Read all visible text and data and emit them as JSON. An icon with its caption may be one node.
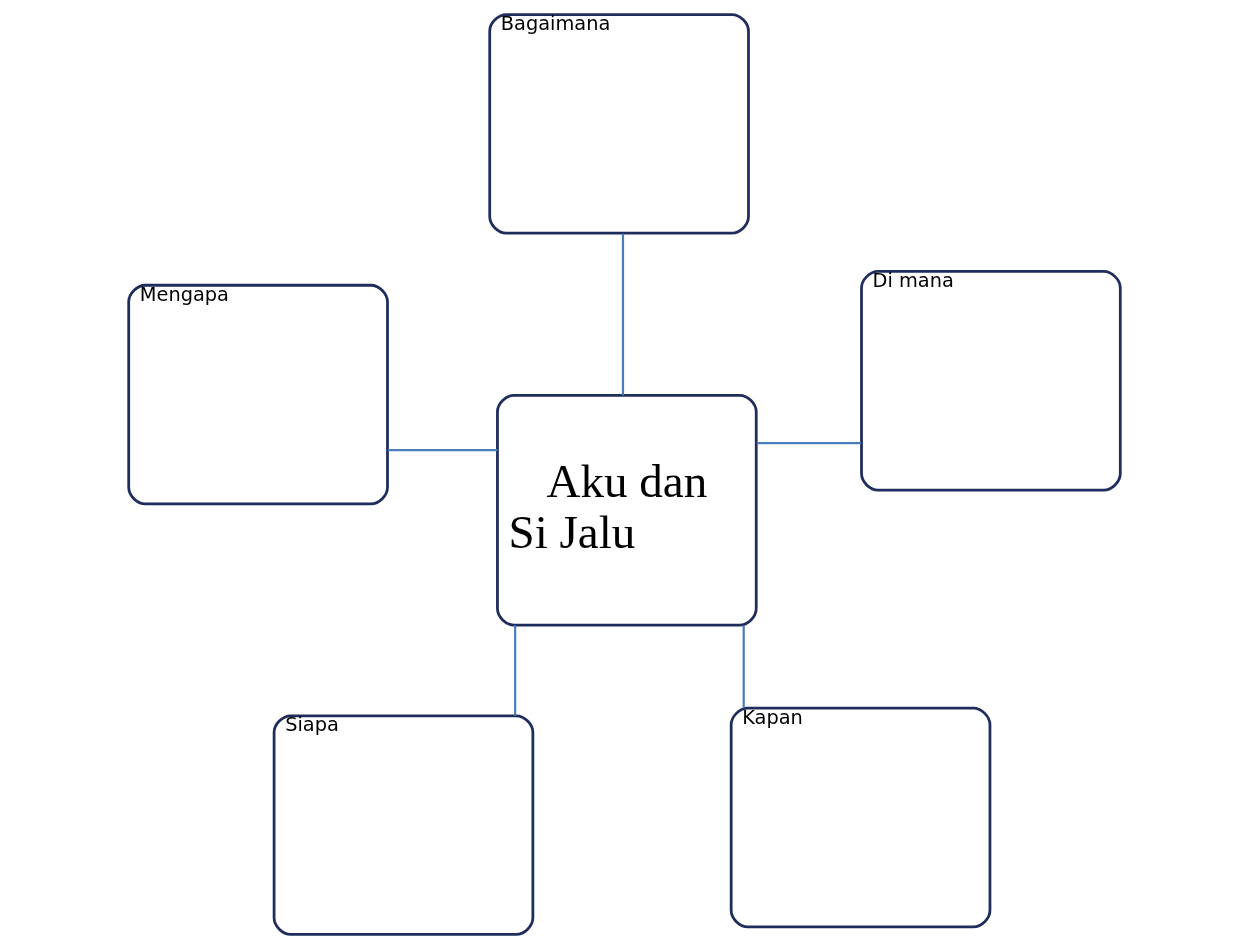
{
  "diagram": {
    "nodes": [
      {
        "text": [
          "Siapa"
        ]
      },
      {
        "text": [
          "Kapan"
        ]
      },
      {
        "text": [
          "Aku dan Si Jalu"
        ]
      },
      {
        "text": [
          "Bagaimana"
        ]
      },
      {
        "text": [
          "Di mana"
        ]
      },
      {
        "text": [
          "Mengapa"
        ]
      }
    ],
    "edges": [
      {
        "from": 2,
        "to": 0,
        "arrow": "none"
      },
      {
        "from": 2,
        "to": 1,
        "arrow": "none"
      },
      {
        "from": 2,
        "to": 3,
        "arrow": "none"
      },
      {
        "from": 2,
        "to": 4,
        "arrow": "none"
      },
      {
        "from": 2,
        "to": 5,
        "arrow": "none"
      }
    ]
  }
}
